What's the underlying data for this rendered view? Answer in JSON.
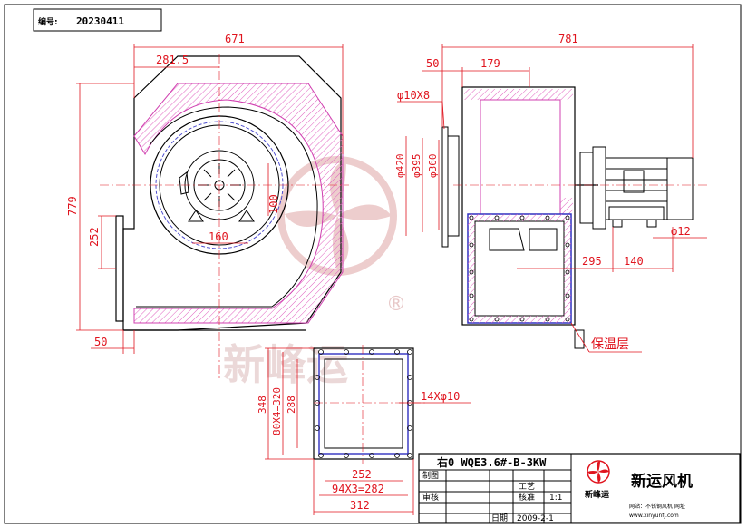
{
  "header": {
    "serial_label": "编号:",
    "serial_value": "20230411"
  },
  "front_view": {
    "dims": {
      "overall_width": "671",
      "inlet_offset": "281.5",
      "overall_height": "779",
      "outlet_height": "252",
      "bottom_flange": "50",
      "shaft_width": "160",
      "hub_height": "100"
    }
  },
  "side_view": {
    "dims": {
      "overall_length": "781",
      "flange_width": "50",
      "inlet_depth": "179",
      "bolt_holes": "φ10X8",
      "dia_420": "φ420",
      "dia_395": "φ395",
      "dia_360": "φ360",
      "motor_offset": "295",
      "motor_base": "140",
      "motor_hole": "φ12"
    },
    "insulation_label": "保温层"
  },
  "outlet_flange": {
    "dims": {
      "outer_height": "348",
      "bolt_pitch_v": "80X4=320",
      "inner_height": "288",
      "holes": "14Xφ10",
      "inner_width": "252",
      "bolt_pitch_h": "94X3=282",
      "outer_width": "312"
    }
  },
  "watermark": {
    "text": "新峰运",
    "registered": "®"
  },
  "title_block": {
    "model": "右0 WQE3.6#-B-3KW",
    "drawn_label": "制图",
    "craft_label": "工艺",
    "review_label": "审核",
    "checked_label": "核准",
    "scale": "1:1",
    "date_label": "日期",
    "date_value": "2009-2-1",
    "company": "新运风机",
    "logo_text": "新峰运",
    "website": "网站：不锈钢风机 网址",
    "url": "www.xinyunfj.com"
  }
}
